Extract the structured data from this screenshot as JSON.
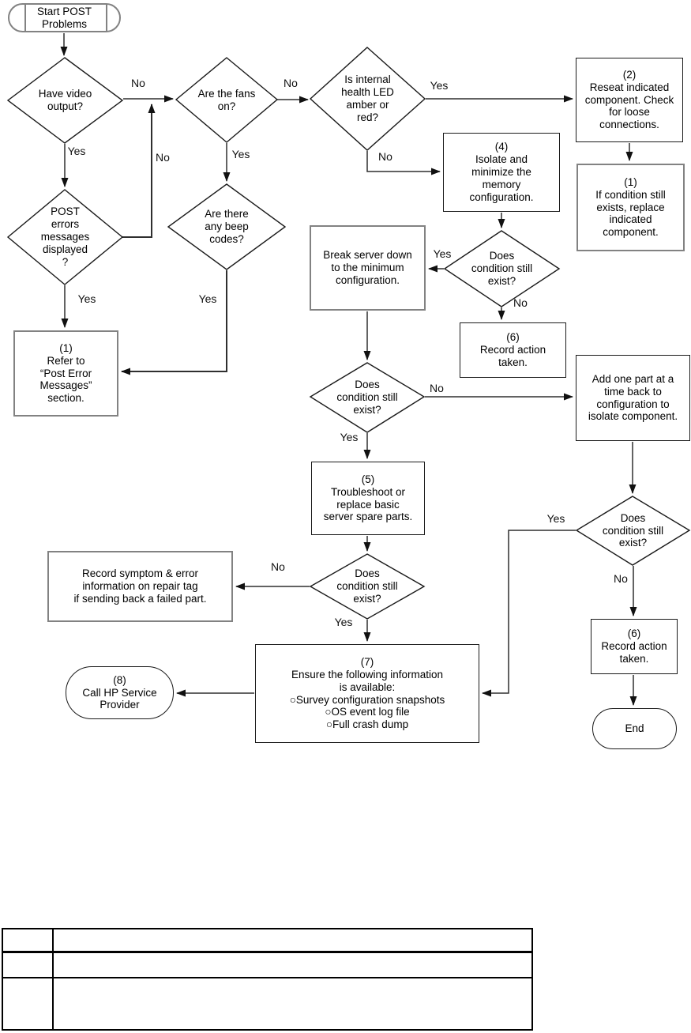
{
  "flowchart": {
    "nodes": {
      "start": "Start POST\nProblems",
      "have_video": "Have video\noutput?",
      "fans_on": "Are the fans\non?",
      "health_led": "Is internal\nhealth LED\namber or\nred?",
      "reseat": "(2)\nReseat indicated\ncomponent. Check\nfor loose\nconnections.",
      "replace": "(1)\nIf condition still\nexists, replace\nindicated\ncomponent.",
      "isolate": "(4)\nIsolate and\nminimize the\nmemory\nconfiguration.",
      "post_errors": "POST\nerrors\nmessages\ndisplayed\n?",
      "beep_codes": "Are there\nany beep\ncodes?",
      "refer": "(1)\nRefer to\n“Post Error\nMessages”\nsection.",
      "cond1": "Does\ncondition still\nexist?",
      "record1": "(6)\nRecord action\ntaken.",
      "break_server": "Break server down\nto the minimum\nconfiguration.",
      "cond2": "Does\ncondition still\nexist?",
      "add_part": "Add one part at a\ntime back to\nconfiguration to\nisolate component.",
      "troubleshoot": "(5)\nTroubleshoot or\nreplace basic\nserver spare parts.",
      "cond3": "Does\ncondition still\nexist?",
      "record_symptom": "Record symptom & error\ninformation on repair tag\nif sending back a failed part.",
      "cond4": "Does\ncondition still\nexist?",
      "ensure": "(7)\nEnsure the following information\nis available:\n○Survey configuration snapshots\n○OS event log file\n○Full crash dump",
      "record2": "(6)\nRecord action\ntaken.",
      "end": "End",
      "call_hp": "(8)\nCall HP Service\nProvider"
    },
    "labels": {
      "video_no": "No",
      "video_yes": "Yes",
      "fans_no": "No",
      "fans_yes": "Yes",
      "post_no": "No",
      "post_yes": "Yes",
      "beep_yes": "Yes",
      "led_yes": "Yes",
      "led_no": "No",
      "cond1_yes": "Yes",
      "cond1_no": "No",
      "cond2_no": "No",
      "cond2_yes": "Yes",
      "cond3_no": "No",
      "cond3_yes": "Yes",
      "cond4_yes": "Yes",
      "cond4_no": "No"
    }
  },
  "table": {
    "row_count": 3,
    "column_count": 2
  },
  "colors": {
    "line": "#2f2f2f",
    "shape_border": "#1a1a1a",
    "muted_border": "#828282",
    "background": "#ffffff"
  }
}
